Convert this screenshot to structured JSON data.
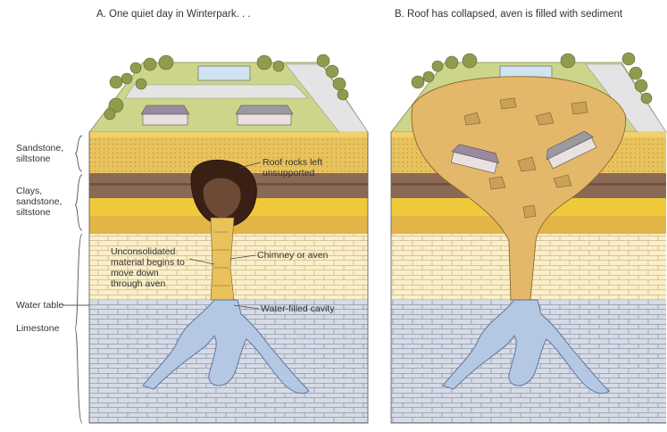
{
  "panels": {
    "a_title": "A. One quiet day in Winterpark. . .",
    "b_title": "B. Roof has collapsed, aven is filled with sediment"
  },
  "layers": {
    "sandstone": "Sandstone,\nsiltstone",
    "clays": "Clays,\nsandstone,\nsiltstone",
    "water_table": "Water table",
    "limestone": "Limestone"
  },
  "annotations": {
    "roof_rocks": "Roof rocks left\nunsupported",
    "unconsolidated": "Unconsolidated\nmaterial begins to\nmove down\nthrough aven",
    "chimney": "Chimney or aven",
    "water_cavity": "Water-filled cavity"
  },
  "colors": {
    "grass": "#cdd58a",
    "sandstone": "#e8c25c",
    "clay": "#8a6a55",
    "yellow_band": "#f0c93a",
    "limestone_upper": "#fbefc8",
    "limestone_lower": "#d6dbe6",
    "water": "#b4c8e4"
  }
}
